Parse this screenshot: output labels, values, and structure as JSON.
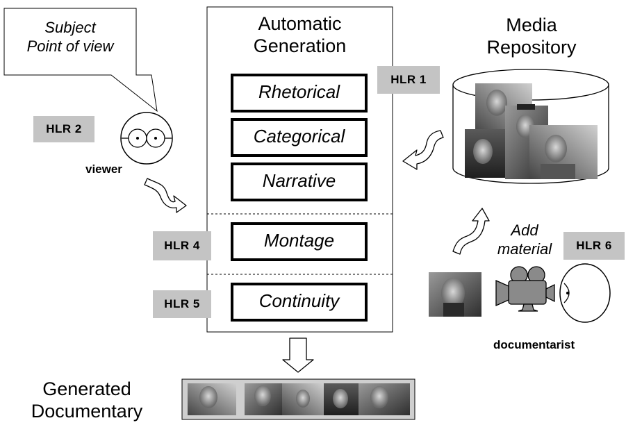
{
  "center": {
    "title_line1": "Automatic",
    "title_line2": "Generation",
    "modules": [
      "Rhetorical",
      "Categorical",
      "Narrative",
      "Montage",
      "Continuity"
    ]
  },
  "repository": {
    "title_line1": "Media",
    "title_line2": "Repository"
  },
  "viewer": {
    "speech_line1": "Subject",
    "speech_line2": "Point of view",
    "label": "viewer"
  },
  "documentarist": {
    "label": "documentarist",
    "add_line1": "Add",
    "add_line2": "material"
  },
  "output": {
    "line1": "Generated",
    "line2": "Documentary"
  },
  "hlr": {
    "hlr1": "HLR 1",
    "hlr2": "HLR 2",
    "hlr4": "HLR 4",
    "hlr5": "HLR 5",
    "hlr6": "HLR 6"
  },
  "colors": {
    "tag_background": "#c4c4c4",
    "photo_dark": "#3a3a3a",
    "photo_mid": "#7a7a7a",
    "photo_light": "#b8b8b8"
  }
}
